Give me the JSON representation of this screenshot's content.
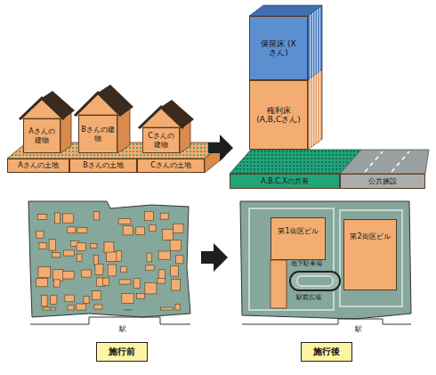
{
  "diagram": {
    "nodes": [
      {
        "text": [
          "Aさんの建物"
        ]
      },
      {
        "text": [
          "Bさんの建物"
        ]
      },
      {
        "text": [
          "Cさんの建物"
        ]
      },
      {
        "text": [
          "Aさんの土地"
        ]
      },
      {
        "text": [
          "Bさんの土地"
        ]
      },
      {
        "text": [
          "Cさんの土地"
        ]
      },
      {
        "text": [
          "保留床 (Xさん)"
        ]
      },
      {
        "text": [
          "権利床 (A,B,Cさん)"
        ]
      },
      {
        "text": [
          "A,B,C,Xの共有"
        ]
      },
      {
        "text": [
          "公共施設"
        ]
      },
      {
        "text": [
          "第1街区ビル"
        ]
      },
      {
        "text": [
          "第2街区ビル"
        ]
      },
      {
        "text": [
          "施行前"
        ]
      },
      {
        "text": [
          "施行後"
        ]
      }
    ],
    "labels": [
      "地下駐車場",
      "駅前広場",
      "駅",
      "駅"
    ]
  }
}
